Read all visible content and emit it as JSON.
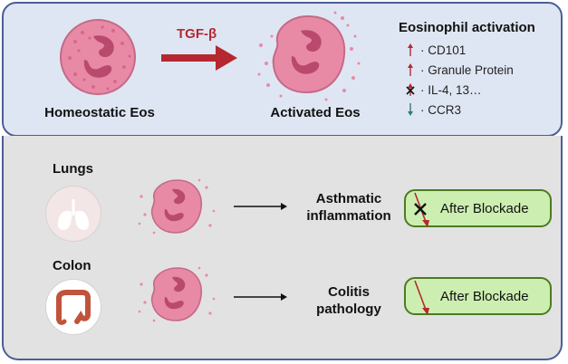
{
  "top": {
    "homeostatic_label": "Homeostatic Eos",
    "activated_label": "Activated Eos",
    "stimulus_label": "TGF-β",
    "activation": {
      "title": "Eosinophil activation",
      "items": [
        {
          "label": "· CD101",
          "change": "up",
          "color": "#b5282f"
        },
        {
          "label": "· Granule Protein",
          "change": "up",
          "color": "#b5282f"
        },
        {
          "label": "· IL-4, 13…",
          "change": "blocked",
          "color": "#b5282f"
        },
        {
          "label": "· CCR3",
          "change": "down",
          "color": "#2e7d6c"
        }
      ]
    }
  },
  "bottom": {
    "rows": [
      {
        "site": "Lungs",
        "organ_icon": "lungs-icon",
        "outcome": [
          "Asthmatic",
          "inflammation"
        ],
        "result": "After Blockade",
        "crossed": true
      },
      {
        "site": "Colon",
        "organ_icon": "colon-icon",
        "outcome": [
          "Colitis",
          "pathology"
        ],
        "result": "After Blockade",
        "crossed": false
      }
    ]
  },
  "colors": {
    "panel_top": "#dfe6f3",
    "panel_bottom": "#e2e2e2",
    "border": "#4a5f96",
    "cell": "#e88aa6",
    "nucleus": "#b94a6e",
    "arrow_red": "#b5282f",
    "pill_fill": "#ccefb1",
    "pill_border": "#4d7a21"
  }
}
